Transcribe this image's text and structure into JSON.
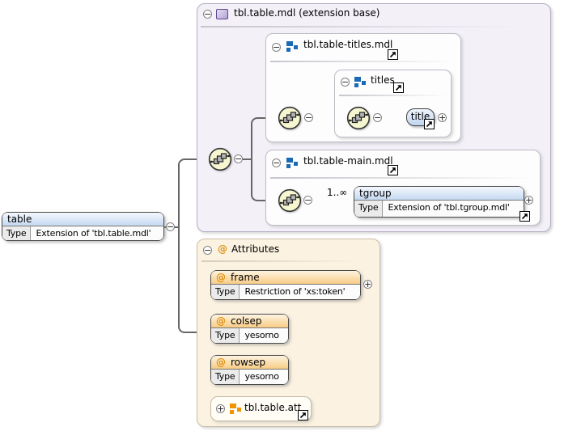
{
  "diagram": {
    "extension_base": {
      "label": "tbl.table.mdl (extension base)"
    },
    "root_element": {
      "name": "table",
      "type_key": "Type",
      "type_value": "Extension of 'tbl.table.mdl'"
    },
    "titles_group": {
      "label": "tbl.table-titles.mdl"
    },
    "titles_sequence": {
      "label": "titles"
    },
    "title_element": {
      "label": "title"
    },
    "main_group": {
      "label": "tbl.table-main.mdl"
    },
    "tgroup_element": {
      "name": "tgroup",
      "type_key": "Type",
      "type_value": "Extension of 'tbl.tgroup.mdl'",
      "occurrence": "1..∞"
    },
    "attributes_panel": {
      "label": "Attributes",
      "at_symbol": "@",
      "items": [
        {
          "name": "frame",
          "type_key": "Type",
          "type_value": "Restriction of 'xs:token'"
        },
        {
          "name": "colsep",
          "type_key": "Type",
          "type_value": "yesorno"
        },
        {
          "name": "rowsep",
          "type_key": "Type",
          "type_value": "yesorno"
        }
      ],
      "group": {
        "label": "tbl.table.att"
      }
    },
    "symbols": {
      "collapse": "−",
      "expand": "+"
    },
    "colors": {
      "element_header_top": "#f4f8fd",
      "element_header_bottom": "#c5d9f1",
      "attr_header_top": "#fdf4e1",
      "attr_header_bottom": "#f8cc85",
      "panel_lavender": "#f3f0f8",
      "panel_cream": "#fbf2e1",
      "connector": "#666666",
      "sequence_fill": "#f6f6d0",
      "group_icon_blue": "#1b6ab5",
      "group_icon_orange": "#f29400"
    }
  }
}
